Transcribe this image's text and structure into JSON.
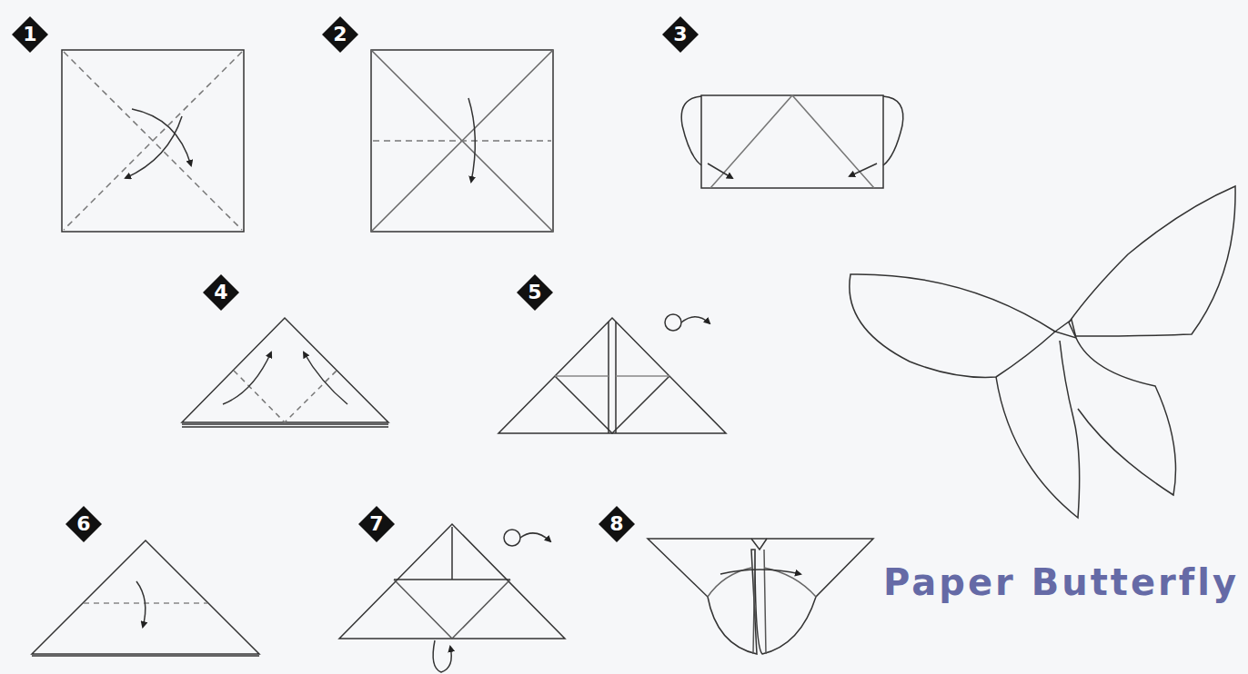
{
  "diagram": {
    "title": "Paper Butterfly",
    "nodes": [
      {
        "text": [
          "1"
        ]
      },
      {
        "text": [
          "2"
        ]
      },
      {
        "text": [
          "3"
        ]
      },
      {
        "text": [
          "4"
        ]
      },
      {
        "text": [
          "5"
        ]
      },
      {
        "text": [
          "6"
        ]
      },
      {
        "text": [
          "7"
        ]
      },
      {
        "text": [
          "8"
        ]
      }
    ]
  }
}
